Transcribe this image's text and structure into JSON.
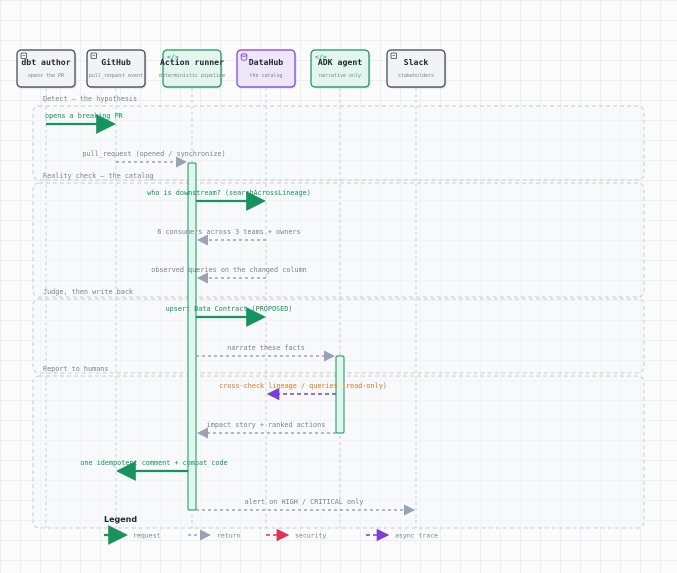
{
  "colors": {
    "request": "#16935e",
    "return": "#9aa3b2",
    "security": "#e0315a",
    "async": "#7a3fd6",
    "lifeline": "#c9ced6",
    "activation_fill": "#dff7ec",
    "activation_stroke": "#16935e",
    "group_stroke": "#c5cbd5",
    "text_muted": "#7a8190",
    "text_dark": "#1e2430"
  },
  "actors": [
    {
      "title": "dbt author",
      "subtitle": "opens the PR",
      "icon": "person-icon",
      "fill": "#f2f3f5",
      "stroke": "#3b4250"
    },
    {
      "title": "GitHub",
      "subtitle": "pull_request event",
      "icon": "repo-icon",
      "fill": "#f2f3f5",
      "stroke": "#3b4250"
    },
    {
      "title": "Action runner",
      "subtitle": "deterministic pipeline",
      "icon": "code-icon",
      "fill": "#e2f6ee",
      "stroke": "#16935e"
    },
    {
      "title": "DataHub",
      "subtitle": "the catalog",
      "icon": "database-icon",
      "fill": "#efe6fb",
      "stroke": "#7a3fd6"
    },
    {
      "title": "ADK agent",
      "subtitle": "narrative only",
      "icon": "code-icon",
      "fill": "#e2f6ee",
      "stroke": "#16935e"
    },
    {
      "title": "Slack",
      "subtitle": "stakeholders",
      "icon": "chat-icon",
      "fill": "#f2f3f5",
      "stroke": "#3b4250"
    }
  ],
  "groups": [
    {
      "label": "Detect — the hypothesis"
    },
    {
      "label": "Reality check — the catalog"
    },
    {
      "label": "Judge, then write back"
    },
    {
      "label": "Report to humans"
    }
  ],
  "messages": [
    {
      "text": "opens a breaking PR",
      "from": 0,
      "to": 1,
      "kind": "request"
    },
    {
      "text": "pull_request (opened / synchronize)",
      "from": 1,
      "to": 2,
      "kind": "return"
    },
    {
      "text": "who is downstream? (searchAcrossLineage)",
      "from": 2,
      "to": 3,
      "kind": "request"
    },
    {
      "text": "6 consumers across 3 teams + owners",
      "from": 3,
      "to": 2,
      "kind": "return"
    },
    {
      "text": "observed queries on the changed column",
      "from": 3,
      "to": 2,
      "kind": "return"
    },
    {
      "text": "upsert Data Contract (PROPOSED)",
      "from": 2,
      "to": 3,
      "kind": "request"
    },
    {
      "text": "narrate these facts",
      "from": 2,
      "to": 4,
      "kind": "return"
    },
    {
      "text": "cross-check lineage / queries (read-only)",
      "from": 4,
      "to": 3,
      "kind": "async"
    },
    {
      "text": "impact story + ranked actions",
      "from": 4,
      "to": 2,
      "kind": "return"
    },
    {
      "text": "one idempotent comment + compat code",
      "from": 2,
      "to": 1,
      "kind": "request"
    },
    {
      "text": "alert on HIGH / CRITICAL only",
      "from": 2,
      "to": 5,
      "kind": "return"
    }
  ],
  "legend": {
    "title": "Legend",
    "items": [
      {
        "label": "request",
        "kind": "request"
      },
      {
        "label": "return",
        "kind": "return"
      },
      {
        "label": "security",
        "kind": "security"
      },
      {
        "label": "async trace",
        "kind": "async"
      }
    ]
  }
}
